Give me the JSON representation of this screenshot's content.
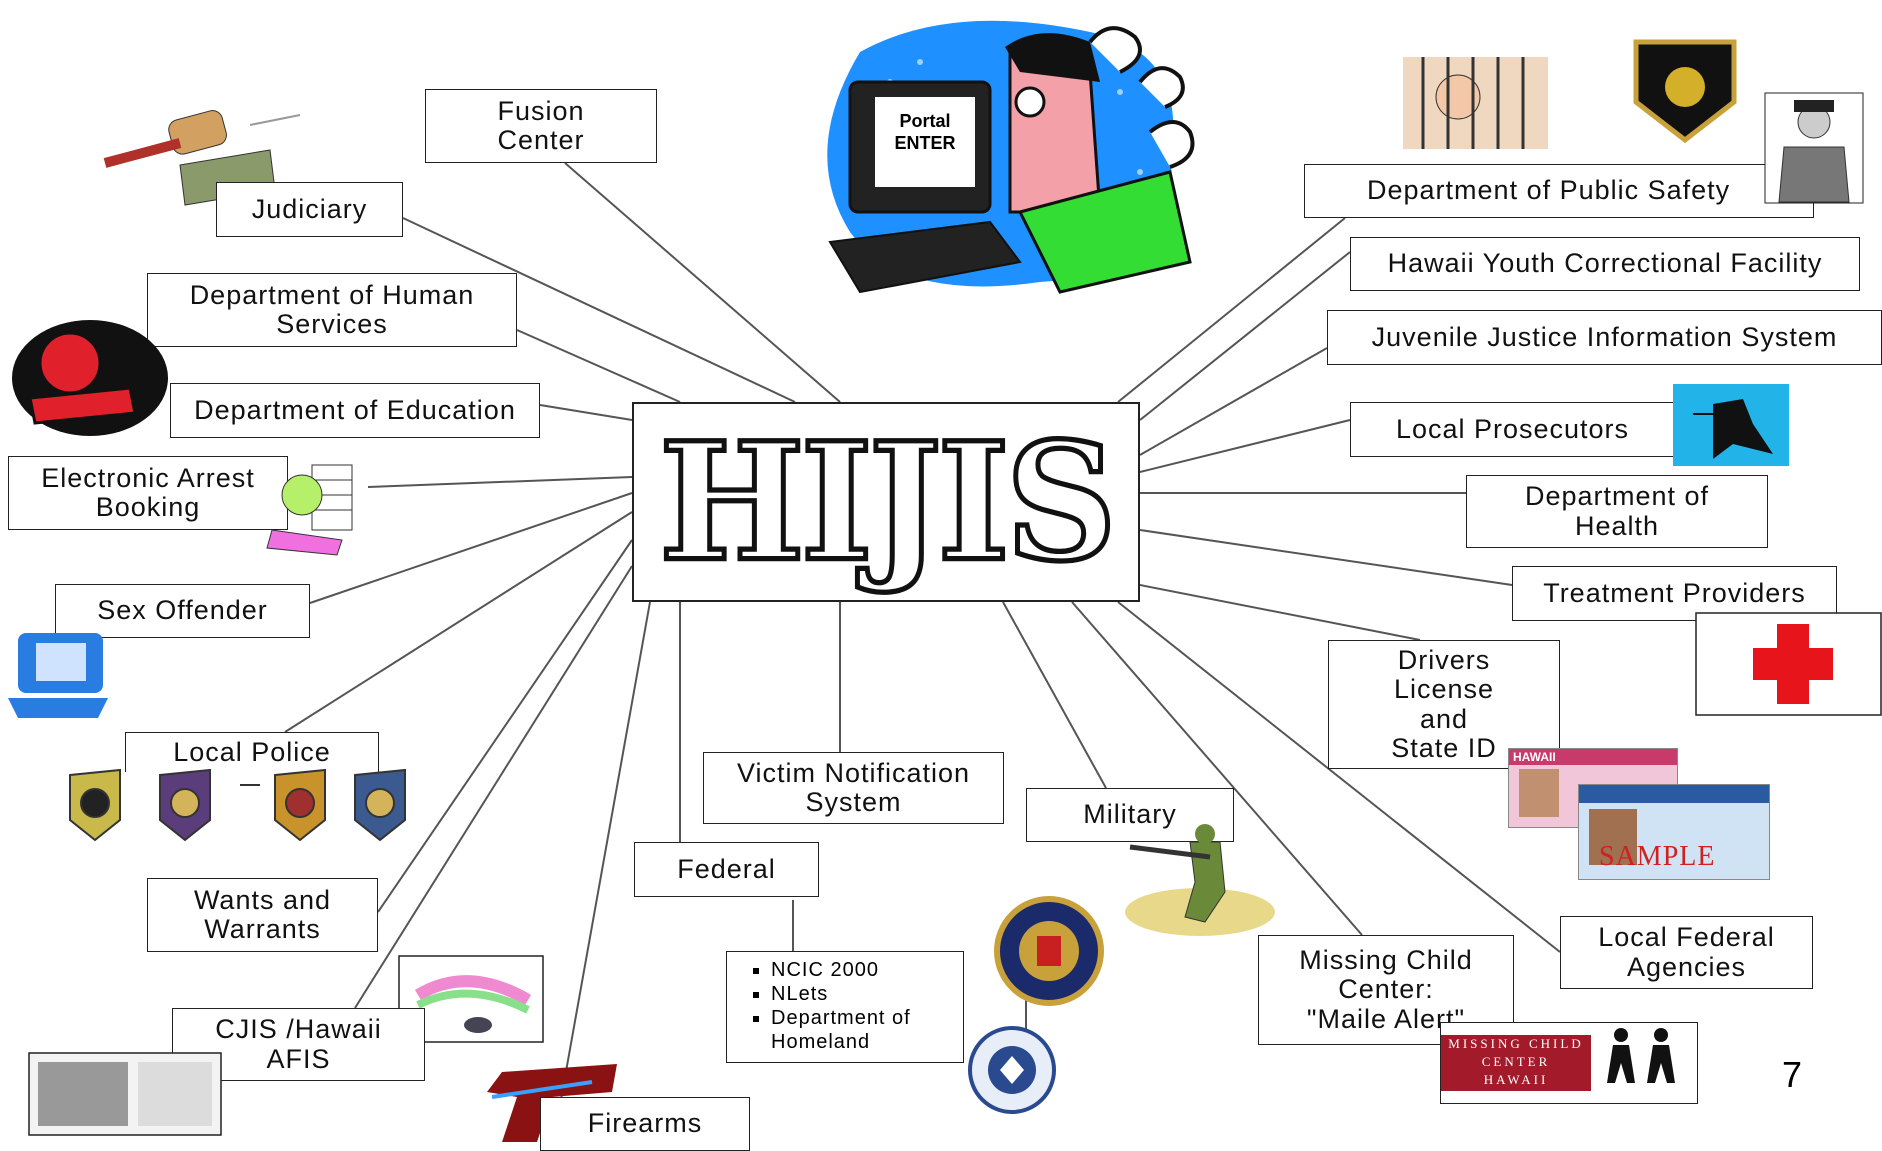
{
  "center": {
    "label": "HIJIS"
  },
  "nodes": {
    "fusion_center": "Fusion\nCenter",
    "judiciary": "Judiciary",
    "human_services": "Department of Human\nServices",
    "education": "Department of Education",
    "arrest_booking": "Electronic Arrest\nBooking",
    "sex_offender": "Sex Offender",
    "local_police": "Local Police",
    "wants_warrants": "Wants and\nWarrants",
    "cjis": "CJIS /Hawaii\nAFIS",
    "firearms": "Firearms",
    "federal": "Federal",
    "victim_notification": "Victim Notification\nSystem",
    "military": "Military",
    "missing_child": "Missing Child\nCenter:\n\"Maile Alert\"",
    "local_federal": "Local Federal\nAgencies",
    "drivers_license": "Drivers\nLicense\nand\nState ID",
    "treatment": "Treatment Providers",
    "health": "Department of\nHealth",
    "prosecutors": "Local Prosecutors",
    "juvenile_justice": "Juvenile Justice Information System",
    "youth_correctional": "Hawaii Youth Correctional Facility",
    "public_safety": "Department of Public Safety"
  },
  "federal_list": [
    "NCIC 2000",
    "NLets",
    "Department of\nHomeland"
  ],
  "clipart": {
    "computer_screen": "Portal\nENTER",
    "license_card": "HAWAII",
    "license_sample": "SAMPLE",
    "missing_child_logo": "MISSING CHILD\nCENTER\nHAWAII"
  },
  "page_number": "7",
  "colors": {
    "line": "#555555",
    "border": "#222222",
    "red_cross": "#e8141b"
  }
}
